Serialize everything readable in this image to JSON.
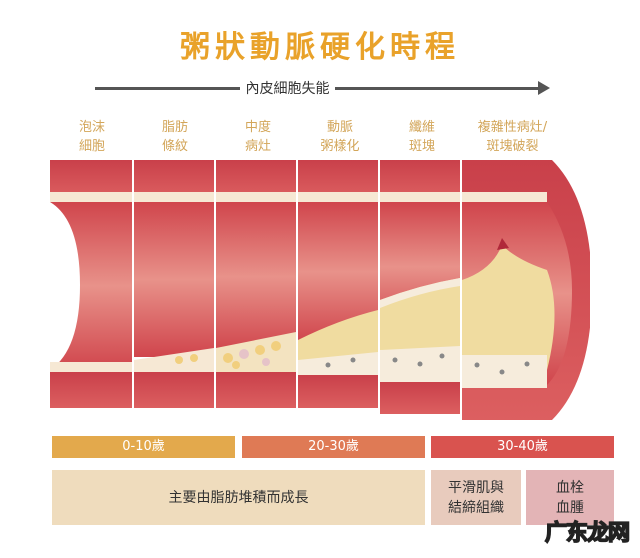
{
  "title": "粥狀動脈硬化時程",
  "timeline": {
    "label": "內皮細胞失能",
    "arrow_icon": "right-arrow"
  },
  "stages": [
    {
      "line1": "泡沫",
      "line2": "細胞"
    },
    {
      "line1": "脂肪",
      "line2": "條紋"
    },
    {
      "line1": "中度",
      "line2": "病灶"
    },
    {
      "line1": "動脈",
      "line2": "粥樣化"
    },
    {
      "line1": "纖維",
      "line2": "斑塊"
    },
    {
      "line1": "複雜性病灶/",
      "line2": "斑塊破裂"
    }
  ],
  "age_bars": [
    {
      "label": "0-10歲",
      "color": "#e3a94c"
    },
    {
      "label": "20-30歲",
      "color": "#df7a55"
    },
    {
      "label": "30-40歲",
      "color": "#d9534f"
    }
  ],
  "growth_boxes": [
    {
      "text": "主要由脂肪堆積而成長",
      "color": "#efdcbd"
    },
    {
      "line1": "平滑肌與",
      "line2": "結締組織",
      "color": "#e8cbbd"
    },
    {
      "line1": "血栓",
      "line2": "血腫",
      "color": "#e3b4b6"
    }
  ],
  "colors": {
    "title": "#e9a22a",
    "stage_label": "#d3a65a",
    "artery_wall": "#d2474f",
    "artery_inner": "#e37d7a",
    "intima": "#f6e8d4",
    "plaque": "#f0dca0"
  },
  "watermark": "广东龙网"
}
